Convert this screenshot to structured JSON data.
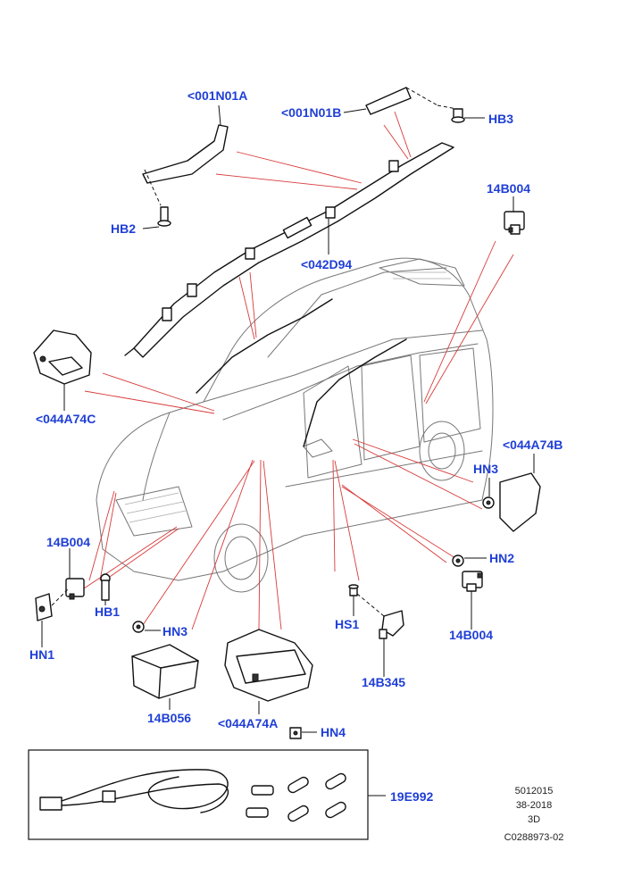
{
  "callouts": [
    {
      "id": "001N01A_top",
      "text": "<001N01A"
    },
    {
      "id": "001N01B",
      "text": "<001N01B"
    },
    {
      "id": "HB3",
      "text": "HB3"
    },
    {
      "id": "14B004_top",
      "text": "14B004"
    },
    {
      "id": "HB2",
      "text": "HB2"
    },
    {
      "id": "042D94",
      "text": "<042D94"
    },
    {
      "id": "044A74C",
      "text": "<044A74C"
    },
    {
      "id": "044A74B",
      "text": "<044A74B"
    },
    {
      "id": "HN3_right",
      "text": "HN3"
    },
    {
      "id": "14B004_left",
      "text": "14B004"
    },
    {
      "id": "HB1",
      "text": "HB1"
    },
    {
      "id": "HN1",
      "text": "HN1"
    },
    {
      "id": "HN3_left",
      "text": "HN3"
    },
    {
      "id": "HN2",
      "text": "HN2"
    },
    {
      "id": "HS1",
      "text": "HS1"
    },
    {
      "id": "14B004_right",
      "text": "14B004"
    },
    {
      "id": "14B345",
      "text": "14B345"
    },
    {
      "id": "14B056",
      "text": "14B056"
    },
    {
      "id": "044A74A",
      "text": "<044A74A"
    },
    {
      "id": "HN4",
      "text": "HN4"
    },
    {
      "id": "19E992",
      "text": "19E992"
    }
  ],
  "meta": {
    "line1": "5012015",
    "line2": "38-2018",
    "line3": "3D",
    "line4": "C0288973-02"
  },
  "icons": {
    "vehicle": "suv-outline-icon",
    "curtain_airbag": "curtain-airbag-icon",
    "airbag_module": "airbag-module-icon",
    "sensor": "impact-sensor-icon",
    "fastener": "nut-icon",
    "bolt": "bolt-icon",
    "harness": "wiring-harness-icon",
    "connector": "connector-plug-icon"
  },
  "colors": {
    "callout_text": "#1f3fd6",
    "leader_line": "#d83a3a",
    "line_art": "#111111"
  }
}
